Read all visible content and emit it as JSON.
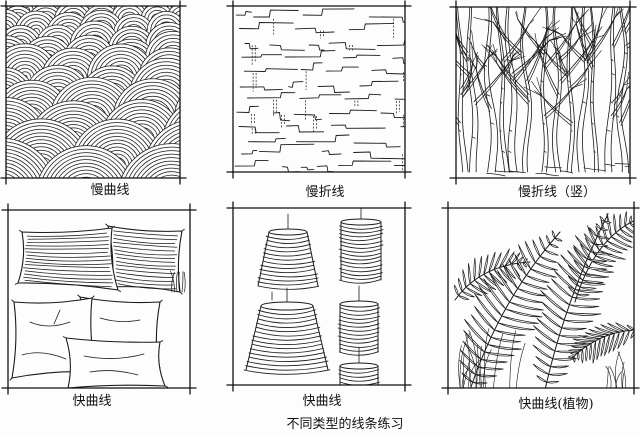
{
  "panels": [
    {
      "caption": "慢曲线"
    },
    {
      "caption": "慢折线"
    },
    {
      "caption": "慢折线（竖）"
    },
    {
      "caption": "快曲线"
    },
    {
      "caption": "快曲线"
    },
    {
      "caption": "快曲线(植物)"
    }
  ],
  "figure_caption": "不同类型的线条练习"
}
